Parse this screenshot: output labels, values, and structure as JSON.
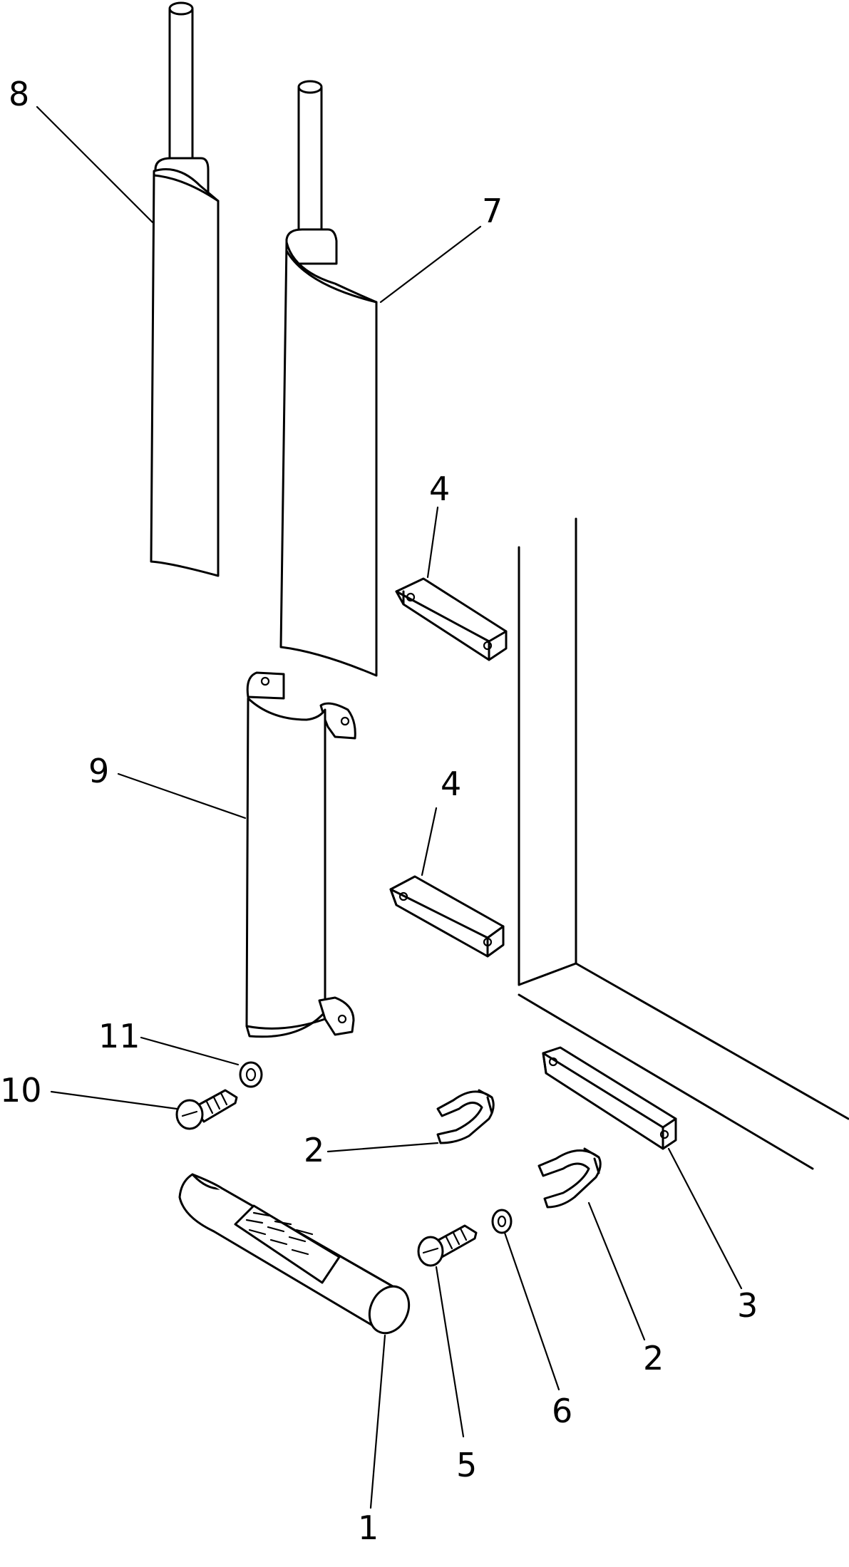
{
  "callouts": [
    {
      "id": "c8",
      "label": "8"
    },
    {
      "id": "c7",
      "label": "7"
    },
    {
      "id": "c4a",
      "label": "4"
    },
    {
      "id": "c9",
      "label": "9"
    },
    {
      "id": "c4b",
      "label": "4"
    },
    {
      "id": "c11",
      "label": "11"
    },
    {
      "id": "c10",
      "label": "10"
    },
    {
      "id": "c2a",
      "label": "2"
    },
    {
      "id": "c3",
      "label": "3"
    },
    {
      "id": "c2b",
      "label": "2"
    },
    {
      "id": "c6",
      "label": "6"
    },
    {
      "id": "c5",
      "label": "5"
    },
    {
      "id": "c1",
      "label": "1"
    }
  ]
}
